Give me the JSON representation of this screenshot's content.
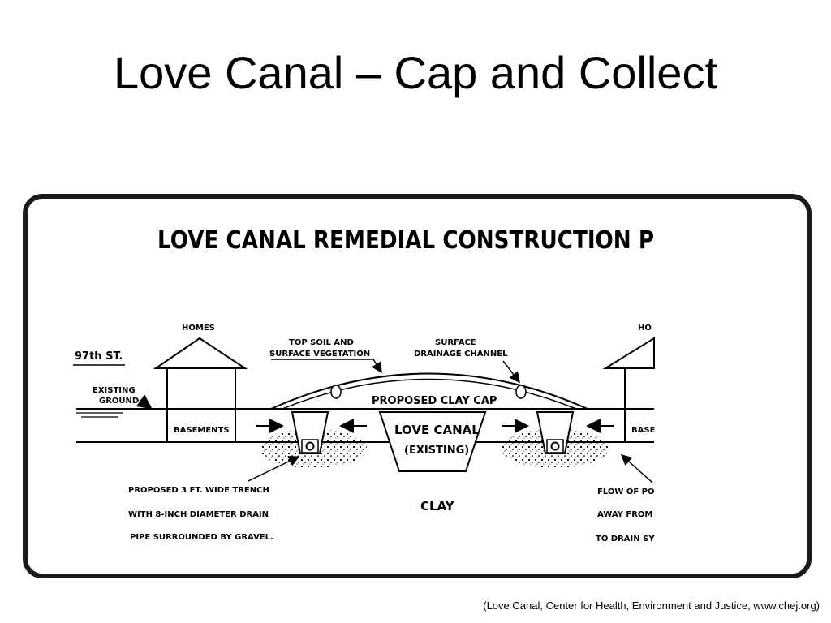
{
  "slide": {
    "title": "Love Canal – Cap and Collect",
    "caption": "(Love Canal,  Center for Health, Environment and Justice, www.chej.org)"
  },
  "diagram": {
    "heading": "LOVE CANAL REMEDIAL CONSTRUCTION P",
    "labels": {
      "homes_left": "HOMES",
      "homes_right": "HO",
      "street": "97th ST.",
      "existing_ground_1": "EXISTING",
      "existing_ground_2": "GROUND",
      "topsoil_1": "TOP SOIL AND",
      "topsoil_2": "SURFACE VEGETATION",
      "drainage_1": "SURFACE",
      "drainage_2": "DRAINAGE CHANNEL",
      "clay_cap": "PROPOSED CLAY CAP",
      "canal_1": "LOVE CANAL",
      "canal_2": "(EXISTING)",
      "basements_left": "BASEMENTS",
      "basements_right": "BASE",
      "clay": "CLAY",
      "trench_1": "PROPOSED 3 FT. WIDE TRENCH",
      "trench_2": "WITH 8-INCH DIAMETER DRAIN",
      "trench_3": "PIPE SURROUNDED BY GRAVEL.",
      "flow_1": "FLOW OF PO",
      "flow_2": "AWAY FROM",
      "flow_3": "TO DRAIN SY"
    }
  }
}
